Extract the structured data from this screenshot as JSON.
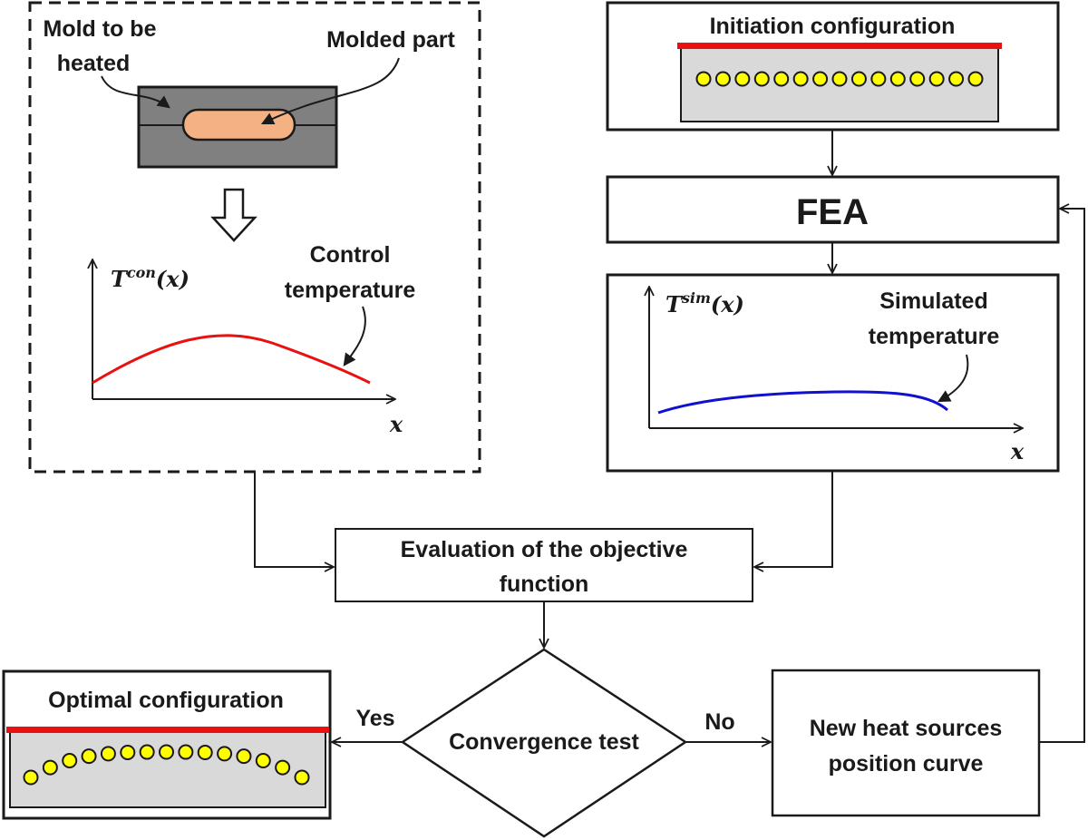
{
  "mold_panel": {
    "mold_label_line1": "Mold to be",
    "mold_label_line2": "heated",
    "part_label": "Molded part",
    "control_label_line1": "Control",
    "control_label_line2": "temperature",
    "y_axis_symbol": "T",
    "y_axis_superscript": "con",
    "y_axis_argument": "(x)",
    "x_axis_symbol": "x"
  },
  "initiation": {
    "title": "Initiation configuration",
    "heat_source_count": 15
  },
  "fea": {
    "label": "FEA"
  },
  "simulation_panel": {
    "label_line1": "Simulated",
    "label_line2": "temperature",
    "y_axis_symbol": "T",
    "y_axis_superscript": "sim",
    "y_axis_argument": "(x)",
    "x_axis_symbol": "x"
  },
  "evaluation": {
    "line1": "Evaluation of the objective",
    "line2": "function"
  },
  "decision": {
    "label": "Convergence test",
    "yes_label": "Yes",
    "no_label": "No"
  },
  "optimal": {
    "title": "Optimal configuration",
    "heat_source_count": 15
  },
  "new_positions": {
    "line1": "New heat sources",
    "line2": "position curve"
  },
  "colors": {
    "heater_bar": "#e81010",
    "heat_source_fill": "#ffff00",
    "mold_fill": "#808080",
    "part_fill": "#f4b183",
    "mold_box_fill": "#d9d9d9",
    "control_curve": "#e81010",
    "simulated_curve": "#1010d0"
  }
}
